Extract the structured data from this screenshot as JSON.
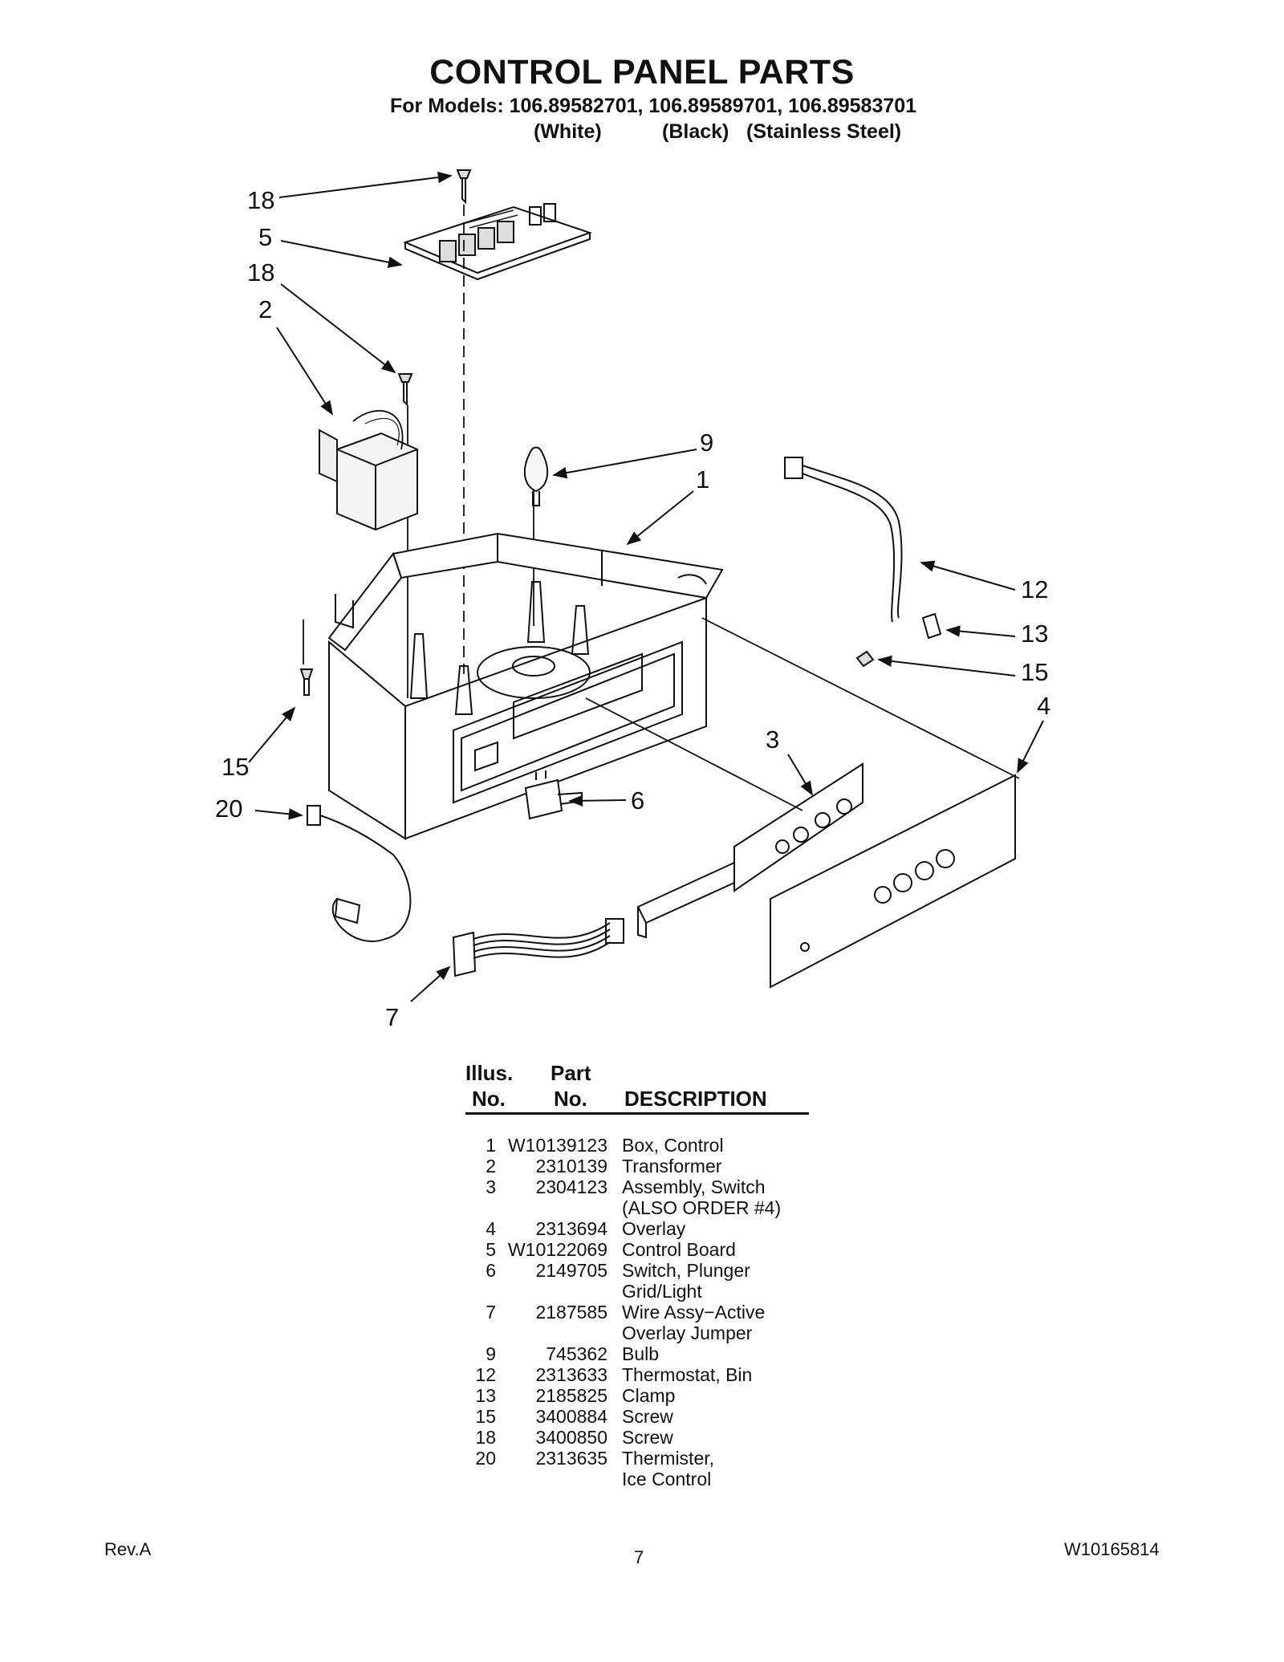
{
  "title": "CONTROL PANEL PARTS",
  "models_line": "For Models: 106.89582701, 106.89589701, 106.89583701",
  "variants": [
    "(White)",
    "(Black)",
    "(Stainless Steel)"
  ],
  "callouts": [
    "18",
    "5",
    "18",
    "2",
    "9",
    "1",
    "12",
    "13",
    "15",
    "4",
    "3",
    "15",
    "20",
    "6",
    "7"
  ],
  "table": {
    "headers": {
      "illus_top": "Illus.",
      "illus_bottom": "No.",
      "part_top": "Part",
      "part_bottom": "No.",
      "description": "DESCRIPTION"
    },
    "rows": [
      {
        "illus": "1",
        "part": "W10139123",
        "desc": "Box, Control"
      },
      {
        "illus": "2",
        "part": "2310139",
        "desc": "Transformer"
      },
      {
        "illus": "3",
        "part": "2304123",
        "desc": "Assembly, Switch"
      },
      {
        "illus": "",
        "part": "",
        "desc": "(ALSO ORDER #4)"
      },
      {
        "illus": "4",
        "part": "2313694",
        "desc": "Overlay"
      },
      {
        "illus": "5",
        "part": "W10122069",
        "desc": "Control Board"
      },
      {
        "illus": "6",
        "part": "2149705",
        "desc": "Switch, Plunger"
      },
      {
        "illus": "",
        "part": "",
        "desc": "Grid/Light"
      },
      {
        "illus": "7",
        "part": "2187585",
        "desc": "Wire Assy−Active"
      },
      {
        "illus": "",
        "part": "",
        "desc": "Overlay Jumper"
      },
      {
        "illus": "9",
        "part": "745362",
        "desc": "Bulb"
      },
      {
        "illus": "12",
        "part": "2313633",
        "desc": "Thermostat, Bin"
      },
      {
        "illus": "13",
        "part": "2185825",
        "desc": "Clamp"
      },
      {
        "illus": "15",
        "part": "3400884",
        "desc": "Screw"
      },
      {
        "illus": "18",
        "part": "3400850",
        "desc": "Screw"
      },
      {
        "illus": "20",
        "part": "2313635",
        "desc": "Thermister,"
      },
      {
        "illus": "",
        "part": "",
        "desc": "Ice Control"
      }
    ]
  },
  "footer": {
    "left": "Rev.A",
    "center": "7",
    "right": "W10165814"
  }
}
